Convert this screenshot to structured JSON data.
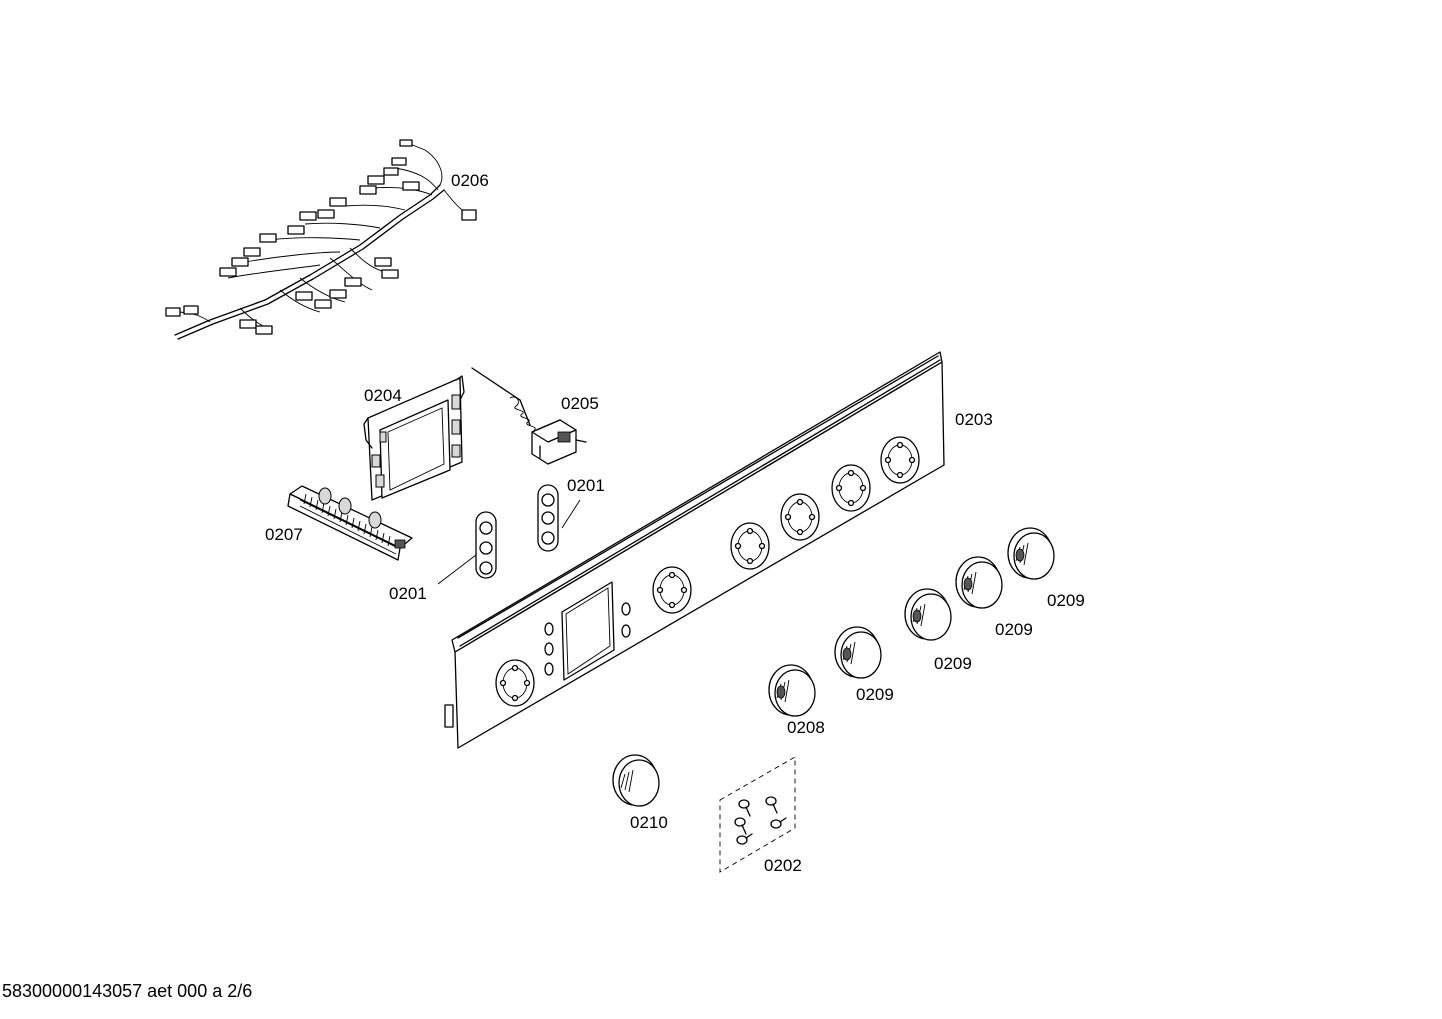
{
  "labels": {
    "p0206": "0206",
    "p0204": "0204",
    "p0205": "0205",
    "p0203": "0203",
    "p0201_upper": "0201",
    "p0201_lower": "0201",
    "p0207": "0207",
    "p0209_a": "0209",
    "p0209_b": "0209",
    "p0209_c": "0209",
    "p0209_d": "0209",
    "p0208": "0208",
    "p0210": "0210",
    "p0202": "0202"
  },
  "footer": {
    "document_id": "58300000143057 aet 000 a 2/6"
  }
}
